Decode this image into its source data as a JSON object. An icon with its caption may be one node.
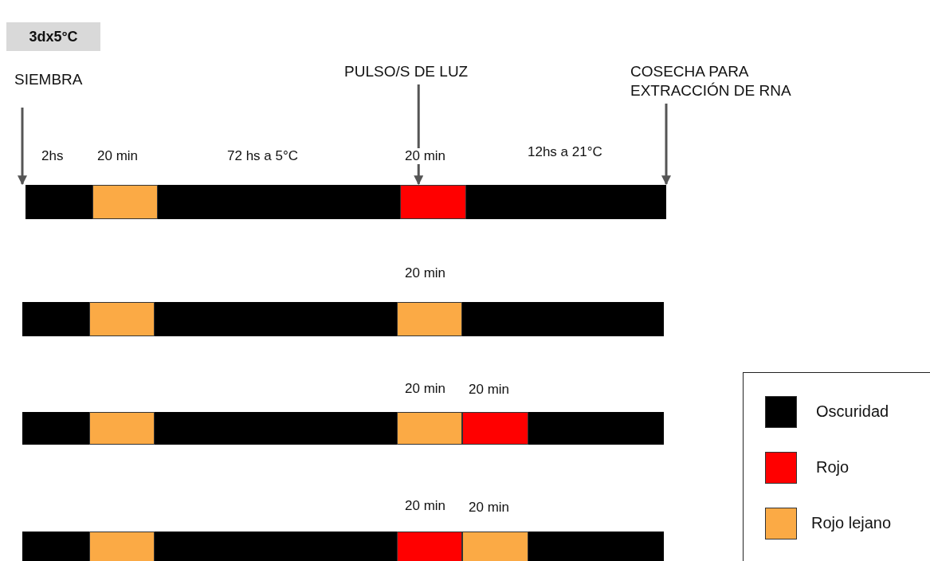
{
  "diagram": {
    "title": "3dx5°C",
    "nodes": [
      {
        "text": [
          "SIEMBRA"
        ]
      },
      {
        "text": [
          "PULSO/S DE LUZ"
        ]
      },
      {
        "text": [
          "COSECHA PARA EXTRACCIÓN DE RNA"
        ]
      },
      {
        "text": [],
        "shape": "bar"
      },
      {
        "text": [],
        "shape": "box",
        "in": 3,
        "beside": [
          "20 min"
        ]
      },
      {
        "text": [],
        "shape": "box",
        "in": 3,
        "beside": [
          "20 min"
        ]
      },
      {
        "text": [],
        "shape": "bar"
      },
      {
        "text": [],
        "shape": "box",
        "in": 6
      },
      {
        "text": [],
        "shape": "box",
        "in": 6,
        "beside": [
          "20 min"
        ]
      },
      {
        "text": [],
        "shape": "bar"
      },
      {
        "text": [],
        "shape": "box",
        "in": 9
      },
      {
        "text": [],
        "shape": "box",
        "in": 9,
        "beside": [
          "20 min"
        ]
      },
      {
        "text": [],
        "shape": "box",
        "in": 9,
        "beside": [
          "20 min"
        ]
      },
      {
        "text": [],
        "shape": "bar"
      },
      {
        "text": [],
        "shape": "box",
        "in": 13
      },
      {
        "text": [],
        "shape": "box",
        "in": 13,
        "beside": [
          "20 min"
        ]
      },
      {
        "text": [],
        "shape": "box",
        "in": 13,
        "beside": [
          "20 min"
        ]
      }
    ],
    "edges": [
      {
        "from": 0,
        "to": 3,
        "arrow": "to"
      },
      {
        "from": 1,
        "to": 5,
        "arrow": "to"
      },
      {
        "from": 2,
        "to": 3,
        "arrow": "to"
      }
    ],
    "labels": [
      "2hs",
      "72 hs a 5°C",
      "12hs a 21°C"
    ],
    "legend": [
      {
        "text": "Oscuridad",
        "color": "#000000"
      },
      {
        "text": "Rojo",
        "color": "#ff0000"
      },
      {
        "text": "Rojo lejano",
        "color": "#fbaa45"
      }
    ]
  }
}
